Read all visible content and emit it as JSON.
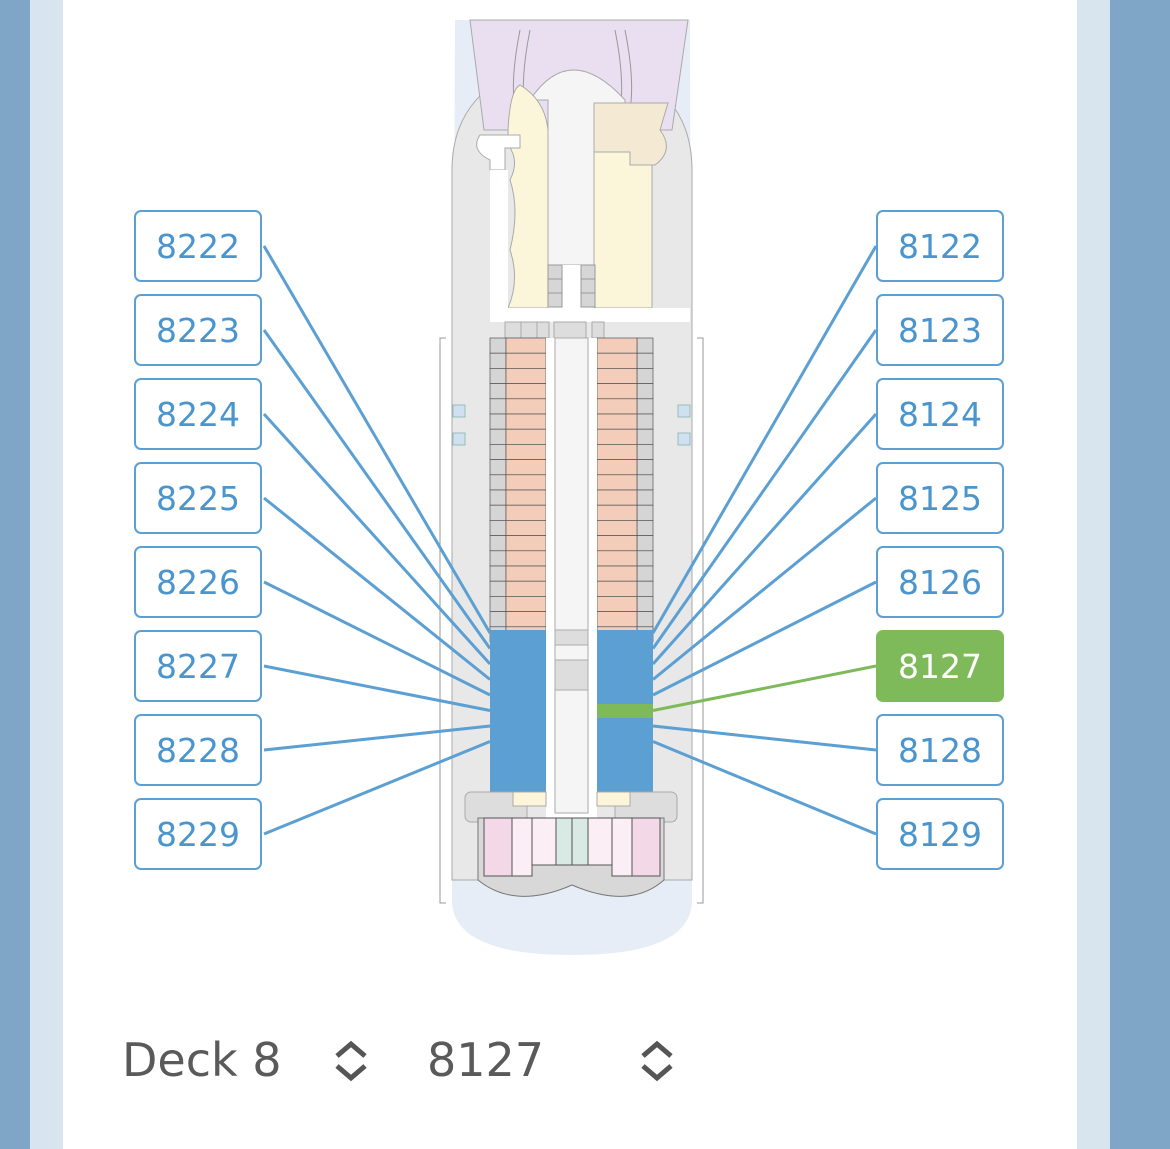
{
  "deck_plan": {
    "selected_cabin": "8127",
    "left_cabins": [
      "8222",
      "8223",
      "8224",
      "8225",
      "8226",
      "8227",
      "8228",
      "8229"
    ],
    "right_cabins": [
      "8122",
      "8123",
      "8124",
      "8125",
      "8126",
      "8127",
      "8128",
      "8129"
    ]
  },
  "footer": {
    "deck_select": "Deck 8",
    "cabin_select": "8127",
    "chevron_icon": "chevron-up-down-icon"
  },
  "colors": {
    "cabin_blue": "#5b9fd3",
    "selected_green": "#7fba5a",
    "background_blue": "#7fa6c6"
  }
}
